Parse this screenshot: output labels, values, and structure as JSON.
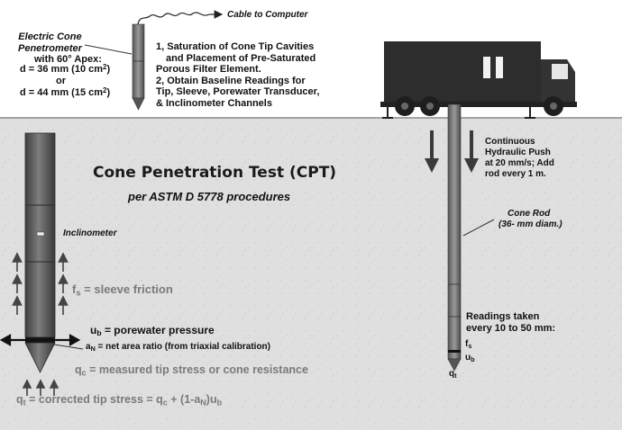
{
  "top_left": {
    "title_line1": "Electric Cone",
    "title_line2": "Penetrometer",
    "apex": "with  60° Apex:",
    "d1_prefix": "d = 36 mm (10 cm",
    "d1_suffix": ")",
    "or": "or",
    "d2_prefix": "d = 44 mm (15 cm",
    "d2_suffix": ")",
    "sup": "2"
  },
  "cable_label": "Cable to Computer",
  "steps": [
    "1,  Saturation of Cone Tip Cavities",
    "and Placement of Pre-Saturated",
    "Porous Filter Element.",
    "2,  Obtain Baseline Readings for",
    "Tip, Sleeve, Porewater Transducer,",
    "& Inclinometer Channels"
  ],
  "title": "Cone Penetration Test (CPT)",
  "subtitle": "per ASTM D 5778 procedures",
  "inclinometer_label": "Inclinometer",
  "fs": {
    "sym": "f",
    "sub": "s",
    "text": " = sleeve friction"
  },
  "ub": {
    "sym": "u",
    "sub": "b",
    "text": " = porewater pressure"
  },
  "an": {
    "sym": "a",
    "sub": "N",
    "text": " = net area ratio (from triaxial calibration)"
  },
  "qc": {
    "sym": "q",
    "sub": "c",
    "text": " = measured tip stress or cone resistance"
  },
  "qt": {
    "sym": "q",
    "sub": "t",
    "eq": " = corrected tip stress = q",
    "qc_sub": "c",
    "mid": " + (1-a",
    "an_sub": "N",
    "end": ")u",
    "ub_sub": "b"
  },
  "push": [
    "Continuous",
    "Hydraulic Push",
    "at 20 mm/s; Add",
    "rod every 1 m."
  ],
  "rod": {
    "line1": "Cone Rod",
    "line2": "(36- mm diam.)"
  },
  "readings": {
    "line1": "Readings taken",
    "line2": "every 10 to 50 mm:"
  },
  "rod_symbols": {
    "f": "f",
    "f_sub": "s",
    "u": "u",
    "u_sub": "b",
    "q": "q",
    "q_sub": "t"
  },
  "colors": {
    "soil": "#dfdfdf",
    "soil_speckle": "#c6c6c6",
    "rod": "#5d5d5d",
    "truck": "#2d2d2d",
    "text": "#111111",
    "legend_gray": "#7a7a7a"
  }
}
